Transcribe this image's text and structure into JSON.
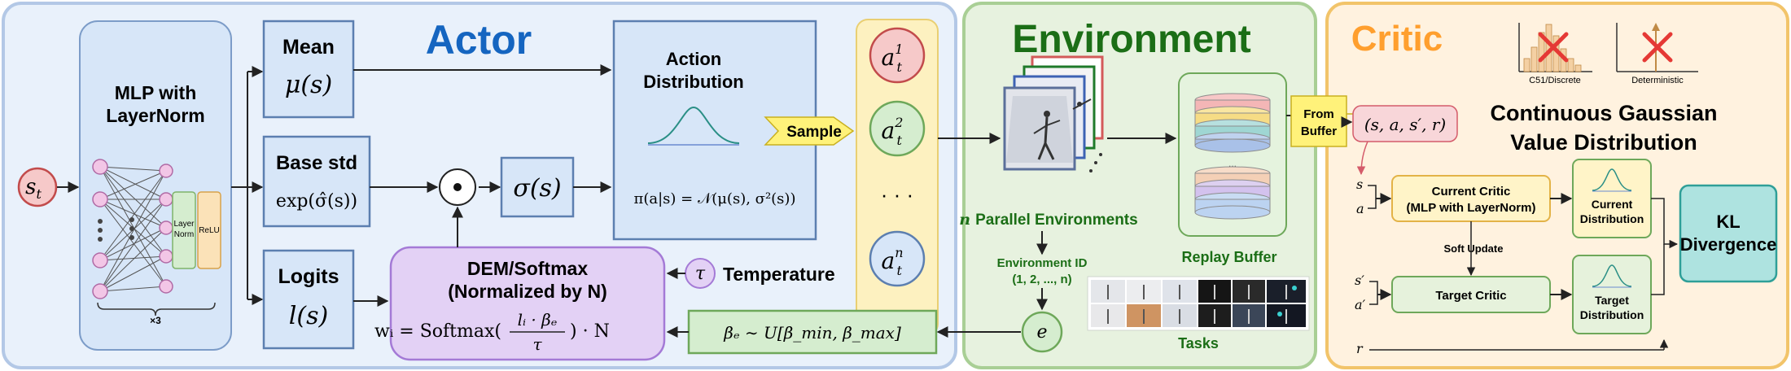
{
  "colors": {
    "actor_bg": "#e9f1fb",
    "actor_border": "#b3c8e6",
    "actor_title": "#1565c0",
    "env_bg": "#e7f2df",
    "env_border": "#a9cf95",
    "env_title": "#1b6e16",
    "critic_bg": "#fff2df",
    "critic_border": "#f2c46a",
    "critic_title": "#ff9f2e",
    "state_fill": "#f6c9c9",
    "state_stroke": "#c24b4b",
    "purple_fill": "#e3d1f5",
    "purple_stroke": "#a47ad6",
    "kl_fill": "#aee3e0",
    "kl_stroke": "#2f9f98",
    "yellow": "#fff27a",
    "red_x": "#e53935"
  },
  "actor": {
    "title": "Actor",
    "state": "s",
    "state_sub": "t",
    "mlp_line1": "MLP with",
    "mlp_line2": "LayerNorm",
    "layer_norm_1": "Layer",
    "layer_norm_2": "Norm",
    "relu": "ReLU",
    "repeat": "×3",
    "mean_title": "Mean",
    "mean_expr": "μ(s)",
    "std_title": "Base std",
    "std_expr": "exp(σ̂(s))",
    "logits_title": "Logits",
    "logits_expr": "l(s)",
    "hadamard": "⊙",
    "sigma_expr": "σ(s)",
    "dist_line1": "Action",
    "dist_line2": "Distribution",
    "dist_formula": "π(a|s) = 𝒩(μ(s), σ²(s))",
    "sample": "Sample",
    "actions": [
      {
        "base": "a",
        "sup": "1",
        "sub": "t"
      },
      {
        "base": "a",
        "sup": "2",
        "sub": "t"
      },
      {
        "base": "a",
        "sup": "n",
        "sub": "t"
      }
    ],
    "ellipsis": "· · ·",
    "dem_line1": "DEM/Softmax",
    "dem_line2": "(Normalized by N)",
    "dem_formula_left": "wᵢ = Softmax(",
    "dem_num": "lᵢ · βₑ",
    "dem_den": "τ",
    "dem_formula_right": ") · N",
    "tau": "τ",
    "temperature": "Temperature",
    "beta_formula": "βₑ ∼ U[β_min, β_max]"
  },
  "environment": {
    "title": "Environment",
    "parallel_n": "n",
    "parallel_label": "Parallel Environments",
    "env_id_line1": "Environment ID",
    "env_id_line2": "(1, 2, ..., n)",
    "env_node": "e",
    "replay_label": "Replay Buffer",
    "tasks_label": "Tasks",
    "from_buffer_1": "From",
    "from_buffer_2": "Buffer",
    "transition": "(s, a, s′, r)"
  },
  "critic": {
    "title": "Critic",
    "discrete_label": "C51/Discrete",
    "deterministic_label": "Deterministic",
    "cont_line1": "Continuous Gaussian",
    "cont_line2": "Value Distribution",
    "current_critic_1": "Current Critic",
    "current_critic_2": "(MLP with LayerNorm)",
    "soft_update": "Soft Update",
    "target_critic": "Target Critic",
    "current_dist_1": "Current",
    "current_dist_2": "Distribution",
    "target_dist_1": "Target",
    "target_dist_2": "Distribution",
    "kl_1": "KL",
    "kl_2": "Divergence",
    "in_s": "s",
    "in_a": "a",
    "in_s2": "s′",
    "in_a2": "a′",
    "in_r": "r"
  }
}
